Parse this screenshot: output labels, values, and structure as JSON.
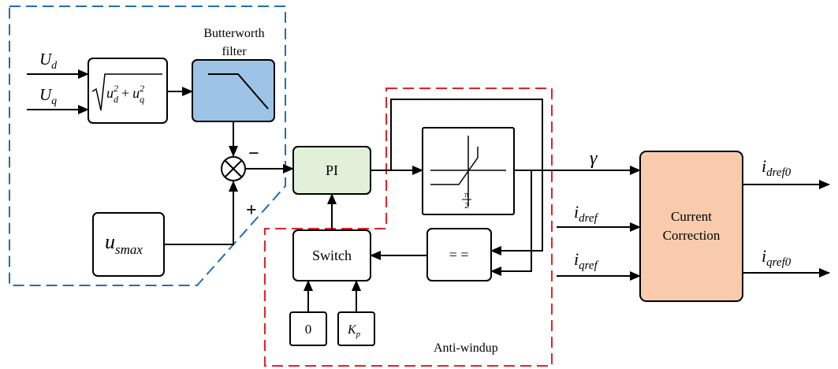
{
  "inputs": {
    "ud": {
      "base": "U",
      "sub": "d"
    },
    "uq": {
      "base": "U",
      "sub": "q"
    }
  },
  "magnitude_block": {
    "sqrt_sign": "√",
    "term1_base": "u",
    "term1_sup": "2",
    "term1_sub": "d",
    "plus": "+",
    "term2_base": "u",
    "term2_sup": "2",
    "term2_sub": "q"
  },
  "butterworth": {
    "title_line1": "Butterworth",
    "title_line2": "filter"
  },
  "summing": {
    "minus_sign": "−",
    "plus_sign": "+"
  },
  "usmax_block": {
    "base": "u",
    "sub": "smax"
  },
  "pi_block": {
    "label": "PI"
  },
  "saturation_block": {
    "pi_numerator": "π",
    "pi_denominator": "2"
  },
  "gamma_label": "γ",
  "switch_block": {
    "label": "Switch"
  },
  "compare_block": {
    "label": "= ="
  },
  "zero_block": {
    "label": "0"
  },
  "kp_block": {
    "base": "K",
    "sub": "p"
  },
  "anti_windup_label": "Anti-windup",
  "current_correction": {
    "line1": "Current",
    "line2": "Correction"
  },
  "idref_in": {
    "base": "i",
    "sub": "dref"
  },
  "iqref_in": {
    "base": "i",
    "sub": "qref"
  },
  "idref0_out": {
    "base": "i",
    "sub": "dref0"
  },
  "iqref0_out": {
    "base": "i",
    "sub": "qref0"
  },
  "colors": {
    "blue_dashed": "#1f6fb2",
    "red_dashed": "#e0232a",
    "butterworth_fill": "#9dc3e6",
    "pi_fill": "#e2f0d9",
    "correction_fill": "#f8cbad"
  }
}
